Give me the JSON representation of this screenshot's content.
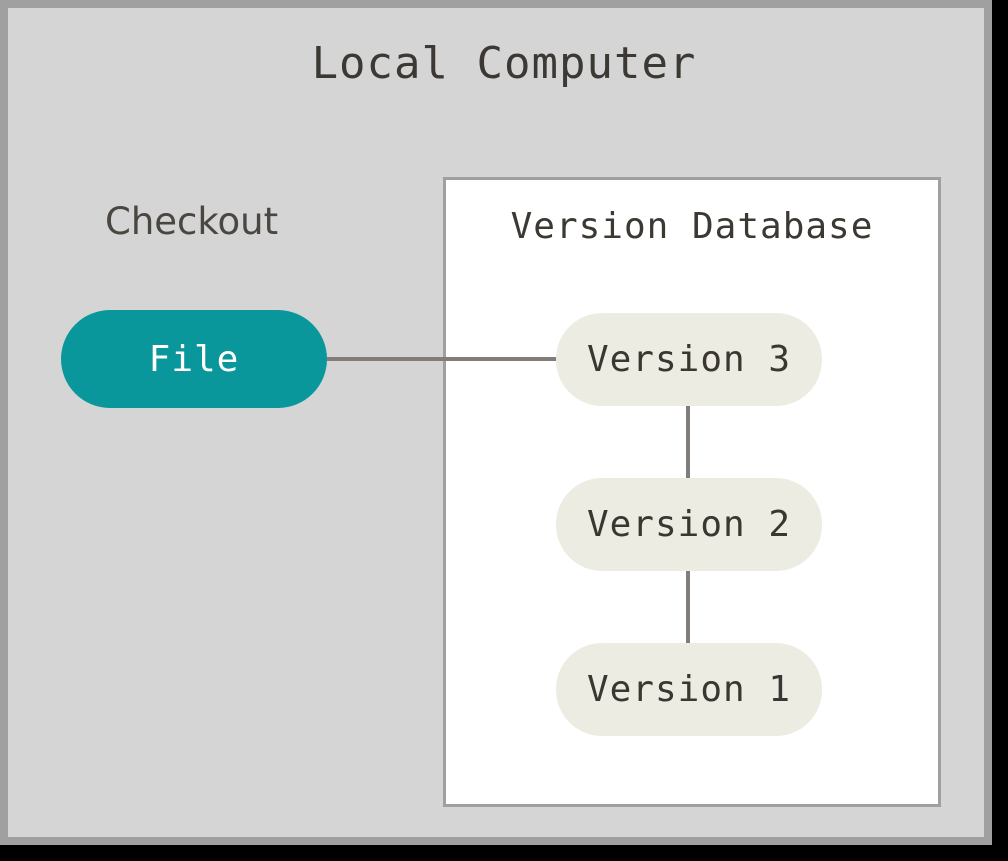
{
  "diagram": {
    "title": "Local Computer",
    "type": "version-control-local-architecture",
    "background_color": "#d5d5d5",
    "frame_border_color": "#a0a0a0"
  },
  "checkout": {
    "label": "Checkout",
    "file_node": {
      "label": "File",
      "fill_color": "#09979b",
      "text_color": "#ffffff"
    }
  },
  "version_database": {
    "title": "Version Database",
    "panel_fill": "#ffffff",
    "panel_border": "#a0a0a0",
    "node_fill": "#edece3",
    "node_text_color": "#3a3632",
    "versions": [
      {
        "label": "Version 3"
      },
      {
        "label": "Version 2"
      },
      {
        "label": "Version 1"
      }
    ]
  },
  "connectors": {
    "color": "#827d78",
    "edges": [
      {
        "from": "File",
        "to": "Version 3",
        "orientation": "horizontal"
      },
      {
        "from": "Version 3",
        "to": "Version 2",
        "orientation": "vertical"
      },
      {
        "from": "Version 2",
        "to": "Version 1",
        "orientation": "vertical"
      }
    ]
  }
}
